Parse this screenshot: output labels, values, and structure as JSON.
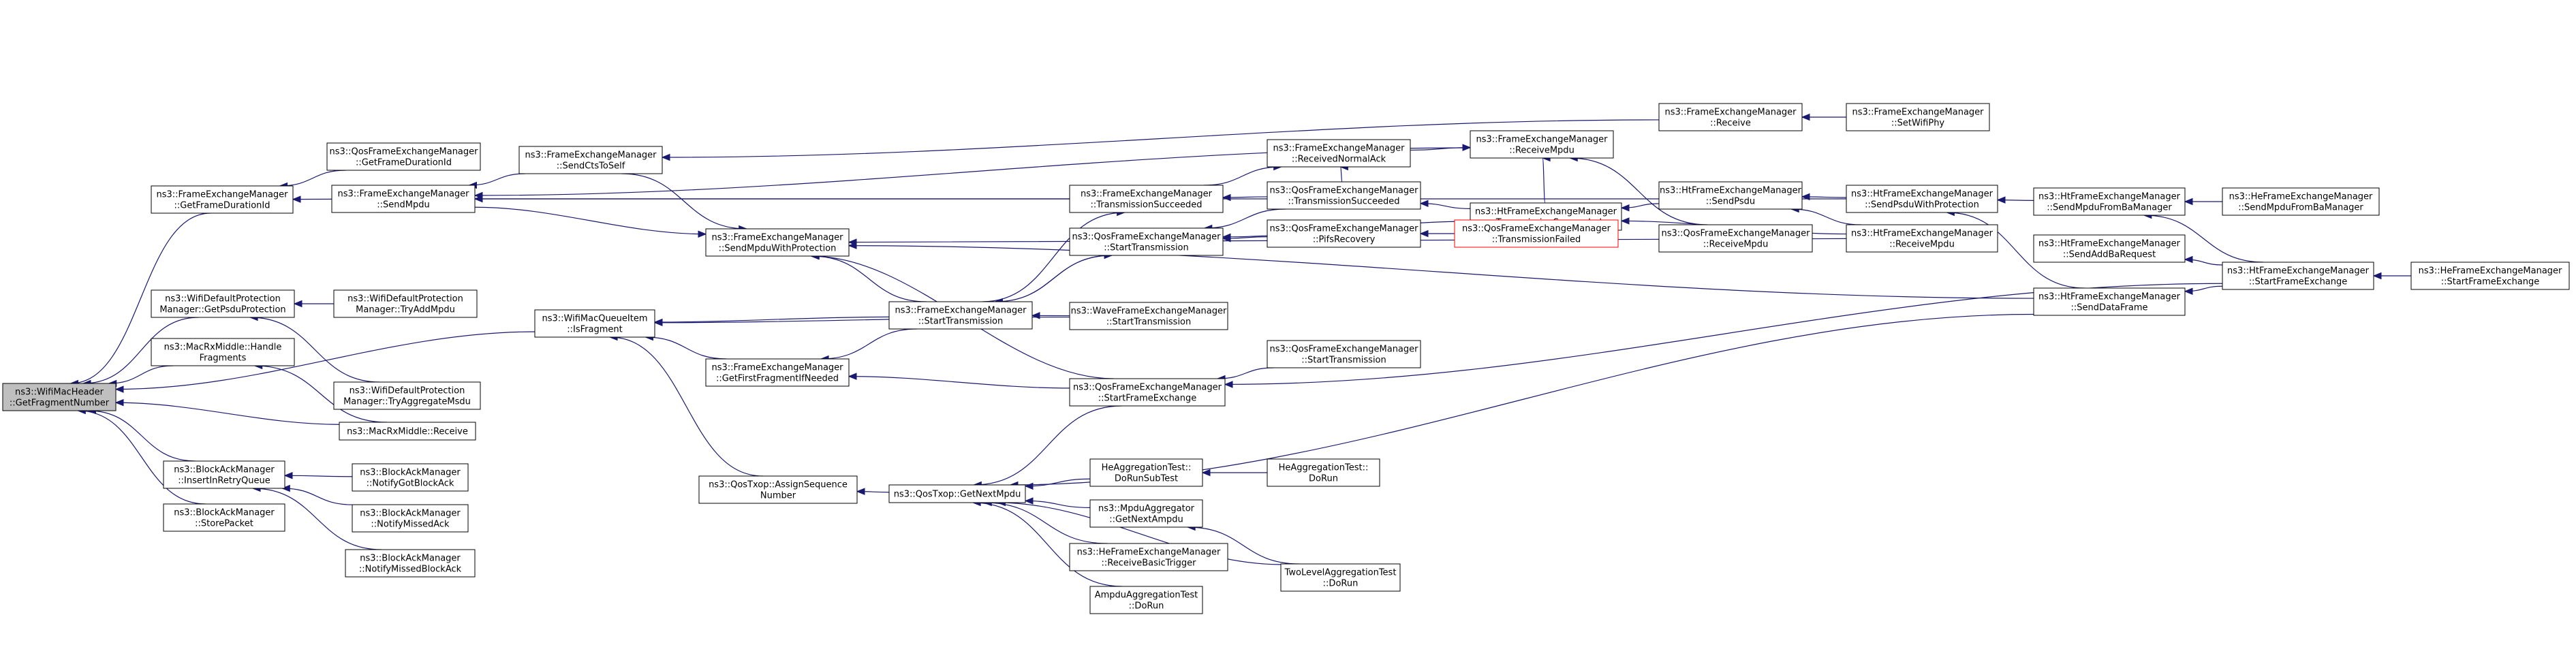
{
  "colors": {
    "node_border": "#000000",
    "node_fill": "#ffffff",
    "focus_fill": "#bfbfbf",
    "truncated_border": "#ff0000",
    "edge": "#191970"
  },
  "nodes": [
    {
      "id": "n1",
      "lines": [
        "ns3::WifiMacHeader",
        "::GetFragmentNumber"
      ],
      "focus": true
    },
    {
      "id": "n2",
      "lines": [
        "ns3::FrameExchangeManager",
        "::GetFrameDurationId"
      ]
    },
    {
      "id": "n3",
      "lines": [
        "ns3::QosFrameExchangeManager",
        "::GetFrameDurationId"
      ]
    },
    {
      "id": "n4",
      "lines": [
        "ns3::FrameExchangeManager",
        "::SendMpdu"
      ]
    },
    {
      "id": "n5",
      "lines": [
        "ns3::FrameExchangeManager",
        "::SendCtsToSelf"
      ]
    },
    {
      "id": "n6",
      "lines": [
        "ns3::FrameExchangeManager",
        "::SendMpduWithProtection"
      ]
    },
    {
      "id": "n7",
      "lines": [
        "ns3::FrameExchangeManager",
        "::ReceivedNormalAck"
      ]
    },
    {
      "id": "n8",
      "lines": [
        "ns3::FrameExchangeManager",
        "::ReceiveMpdu"
      ]
    },
    {
      "id": "n9",
      "lines": [
        "ns3::FrameExchangeManager",
        "::Receive"
      ]
    },
    {
      "id": "n10",
      "lines": [
        "ns3::FrameExchangeManager",
        "::SetWifiPhy"
      ]
    },
    {
      "id": "n11",
      "lines": [
        "ns3::FrameExchangeManager",
        "::TransmissionSucceeded"
      ]
    },
    {
      "id": "n12",
      "lines": [
        "ns3::QosFrameExchangeManager",
        "::TransmissionSucceeded"
      ]
    },
    {
      "id": "n13",
      "lines": [
        "ns3::HtFrameExchangeManager",
        "::TransmissionSucceeded"
      ]
    },
    {
      "id": "n14",
      "lines": [
        "ns3::HtFrameExchangeManager",
        "::SendPsdu"
      ]
    },
    {
      "id": "n15",
      "lines": [
        "ns3::QosFrameExchangeManager",
        "::ReceiveMpdu"
      ]
    },
    {
      "id": "n16",
      "lines": [
        "ns3::HtFrameExchangeManager",
        "::ReceiveMpdu"
      ]
    },
    {
      "id": "n17",
      "lines": [
        "ns3::HtFrameExchangeManager",
        "::SendPsduWithProtection"
      ]
    },
    {
      "id": "n18",
      "lines": [
        "ns3::HtFrameExchangeManager",
        "::SendMpduFromBaManager"
      ]
    },
    {
      "id": "n19",
      "lines": [
        "ns3::HeFrameExchangeManager",
        "::SendMpduFromBaManager"
      ]
    },
    {
      "id": "n20",
      "lines": [
        "ns3::HtFrameExchangeManager",
        "::SendAddBaRequest"
      ]
    },
    {
      "id": "n21",
      "lines": [
        "ns3::HtFrameExchangeManager",
        "::StartFrameExchange"
      ]
    },
    {
      "id": "n22",
      "lines": [
        "ns3::HeFrameExchangeManager",
        "::StartFrameExchange"
      ]
    },
    {
      "id": "n23",
      "lines": [
        "ns3::HtFrameExchangeManager",
        "::SendDataFrame"
      ]
    },
    {
      "id": "n24",
      "lines": [
        "ns3::QosFrameExchangeManager",
        "::StartTransmission"
      ]
    },
    {
      "id": "n25",
      "lines": [
        "ns3::QosFrameExchangeManager",
        "::PifsRecovery"
      ]
    },
    {
      "id": "n26",
      "lines": [
        "ns3::QosFrameExchangeManager",
        "::TransmissionFailed"
      ],
      "truncated": true
    },
    {
      "id": "n27",
      "lines": [
        "ns3::FrameExchangeManager",
        "::StartTransmission"
      ]
    },
    {
      "id": "n28",
      "lines": [
        "ns3::WaveFrameExchangeManager",
        "::StartTransmission"
      ]
    },
    {
      "id": "n29",
      "lines": [
        "ns3::FrameExchangeManager",
        "::GetFirstFragmentIfNeeded"
      ]
    },
    {
      "id": "n30",
      "lines": [
        "ns3::QosFrameExchangeManager",
        "::StartFrameExchange"
      ]
    },
    {
      "id": "n31",
      "lines": [
        "ns3::QosFrameExchangeManager",
        "::StartTransmission"
      ]
    },
    {
      "id": "n32",
      "lines": [
        "ns3::WifiMacQueueItem",
        "::IsFragment"
      ]
    },
    {
      "id": "n33",
      "lines": [
        "ns3::WifiDefaultProtection",
        "Manager::GetPsduProtection"
      ]
    },
    {
      "id": "n34",
      "lines": [
        "ns3::WifiDefaultProtection",
        "Manager::TryAddMpdu"
      ]
    },
    {
      "id": "n35",
      "lines": [
        "ns3::WifiDefaultProtection",
        "Manager::TryAggregateMsdu"
      ]
    },
    {
      "id": "n36",
      "lines": [
        "ns3::MacRxMiddle::Handle",
        "Fragments"
      ]
    },
    {
      "id": "n37",
      "lines": [
        "ns3::MacRxMiddle::Receive"
      ]
    },
    {
      "id": "n38",
      "lines": [
        "ns3::BlockAckManager",
        "::InsertInRetryQueue"
      ]
    },
    {
      "id": "n39",
      "lines": [
        "ns3::BlockAckManager",
        "::NotifyGotBlockAck"
      ]
    },
    {
      "id": "n40",
      "lines": [
        "ns3::BlockAckManager",
        "::NotifyMissedAck"
      ]
    },
    {
      "id": "n41",
      "lines": [
        "ns3::BlockAckManager",
        "::NotifyMissedBlockAck"
      ]
    },
    {
      "id": "n42",
      "lines": [
        "ns3::BlockAckManager",
        "::StorePacket"
      ]
    },
    {
      "id": "n43",
      "lines": [
        "ns3::QosTxop::AssignSequence",
        "Number"
      ]
    },
    {
      "id": "n44",
      "lines": [
        "ns3::QosTxop::GetNextMpdu"
      ]
    },
    {
      "id": "n45",
      "lines": [
        "HeAggregationTest::",
        "DoRunSubTest"
      ]
    },
    {
      "id": "n46",
      "lines": [
        "HeAggregationTest::",
        "DoRun"
      ]
    },
    {
      "id": "n47",
      "lines": [
        "ns3::MpduAggregator",
        "::GetNextAmpdu"
      ]
    },
    {
      "id": "n48",
      "lines": [
        "TwoLevelAggregationTest",
        "::DoRun"
      ]
    },
    {
      "id": "n49",
      "lines": [
        "ns3::HeFrameExchangeManager",
        "::ReceiveBasicTrigger"
      ]
    },
    {
      "id": "n50",
      "lines": [
        "AmpduAggregationTest",
        "::DoRun"
      ]
    }
  ],
  "edges": [
    [
      "n1",
      "n2"
    ],
    [
      "n1",
      "n32"
    ],
    [
      "n1",
      "n33"
    ],
    [
      "n1",
      "n36"
    ],
    [
      "n1",
      "n37"
    ],
    [
      "n1",
      "n38"
    ],
    [
      "n1",
      "n42"
    ],
    [
      "n2",
      "n3"
    ],
    [
      "n2",
      "n4"
    ],
    [
      "n4",
      "n5"
    ],
    [
      "n4",
      "n8"
    ],
    [
      "n4",
      "n11"
    ],
    [
      "n4",
      "n17"
    ],
    [
      "n6",
      "n4"
    ],
    [
      "n6",
      "n5"
    ],
    [
      "n6",
      "n16"
    ],
    [
      "n6",
      "n23"
    ],
    [
      "n6",
      "n27"
    ],
    [
      "n6",
      "n30"
    ],
    [
      "n5",
      "n9"
    ],
    [
      "n7",
      "n11"
    ],
    [
      "n7",
      "n12"
    ],
    [
      "n8",
      "n7"
    ],
    [
      "n8",
      "n13"
    ],
    [
      "n8",
      "n15"
    ],
    [
      "n9",
      "n10"
    ],
    [
      "n11",
      "n27"
    ],
    [
      "n11",
      "n12"
    ],
    [
      "n12",
      "n13"
    ],
    [
      "n13",
      "n14"
    ],
    [
      "n13",
      "n16"
    ],
    [
      "n14",
      "n17"
    ],
    [
      "n14",
      "n16"
    ],
    [
      "n17",
      "n18"
    ],
    [
      "n17",
      "n23"
    ],
    [
      "n18",
      "n19"
    ],
    [
      "n18",
      "n21"
    ],
    [
      "n20",
      "n21"
    ],
    [
      "n21",
      "n22"
    ],
    [
      "n23",
      "n21"
    ],
    [
      "n24",
      "n12"
    ],
    [
      "n24",
      "n13"
    ],
    [
      "n24",
      "n25"
    ],
    [
      "n24",
      "n27"
    ],
    [
      "n25",
      "n26"
    ],
    [
      "n27",
      "n28"
    ],
    [
      "n27",
      "n24"
    ],
    [
      "n29",
      "n27"
    ],
    [
      "n29",
      "n30"
    ],
    [
      "n30",
      "n21"
    ],
    [
      "n30",
      "n31"
    ],
    [
      "n32",
      "n29"
    ],
    [
      "n32",
      "n27"
    ],
    [
      "n32",
      "n28"
    ],
    [
      "n32",
      "n43"
    ],
    [
      "n33",
      "n34"
    ],
    [
      "n33",
      "n35"
    ],
    [
      "n36",
      "n37"
    ],
    [
      "n38",
      "n39"
    ],
    [
      "n38",
      "n40"
    ],
    [
      "n38",
      "n41"
    ],
    [
      "n43",
      "n44"
    ],
    [
      "n44",
      "n30"
    ],
    [
      "n44",
      "n23"
    ],
    [
      "n44",
      "n45"
    ],
    [
      "n44",
      "n47"
    ],
    [
      "n44",
      "n49"
    ],
    [
      "n44",
      "n50"
    ],
    [
      "n44",
      "n48"
    ],
    [
      "n45",
      "n46"
    ],
    [
      "n47",
      "n48"
    ]
  ]
}
